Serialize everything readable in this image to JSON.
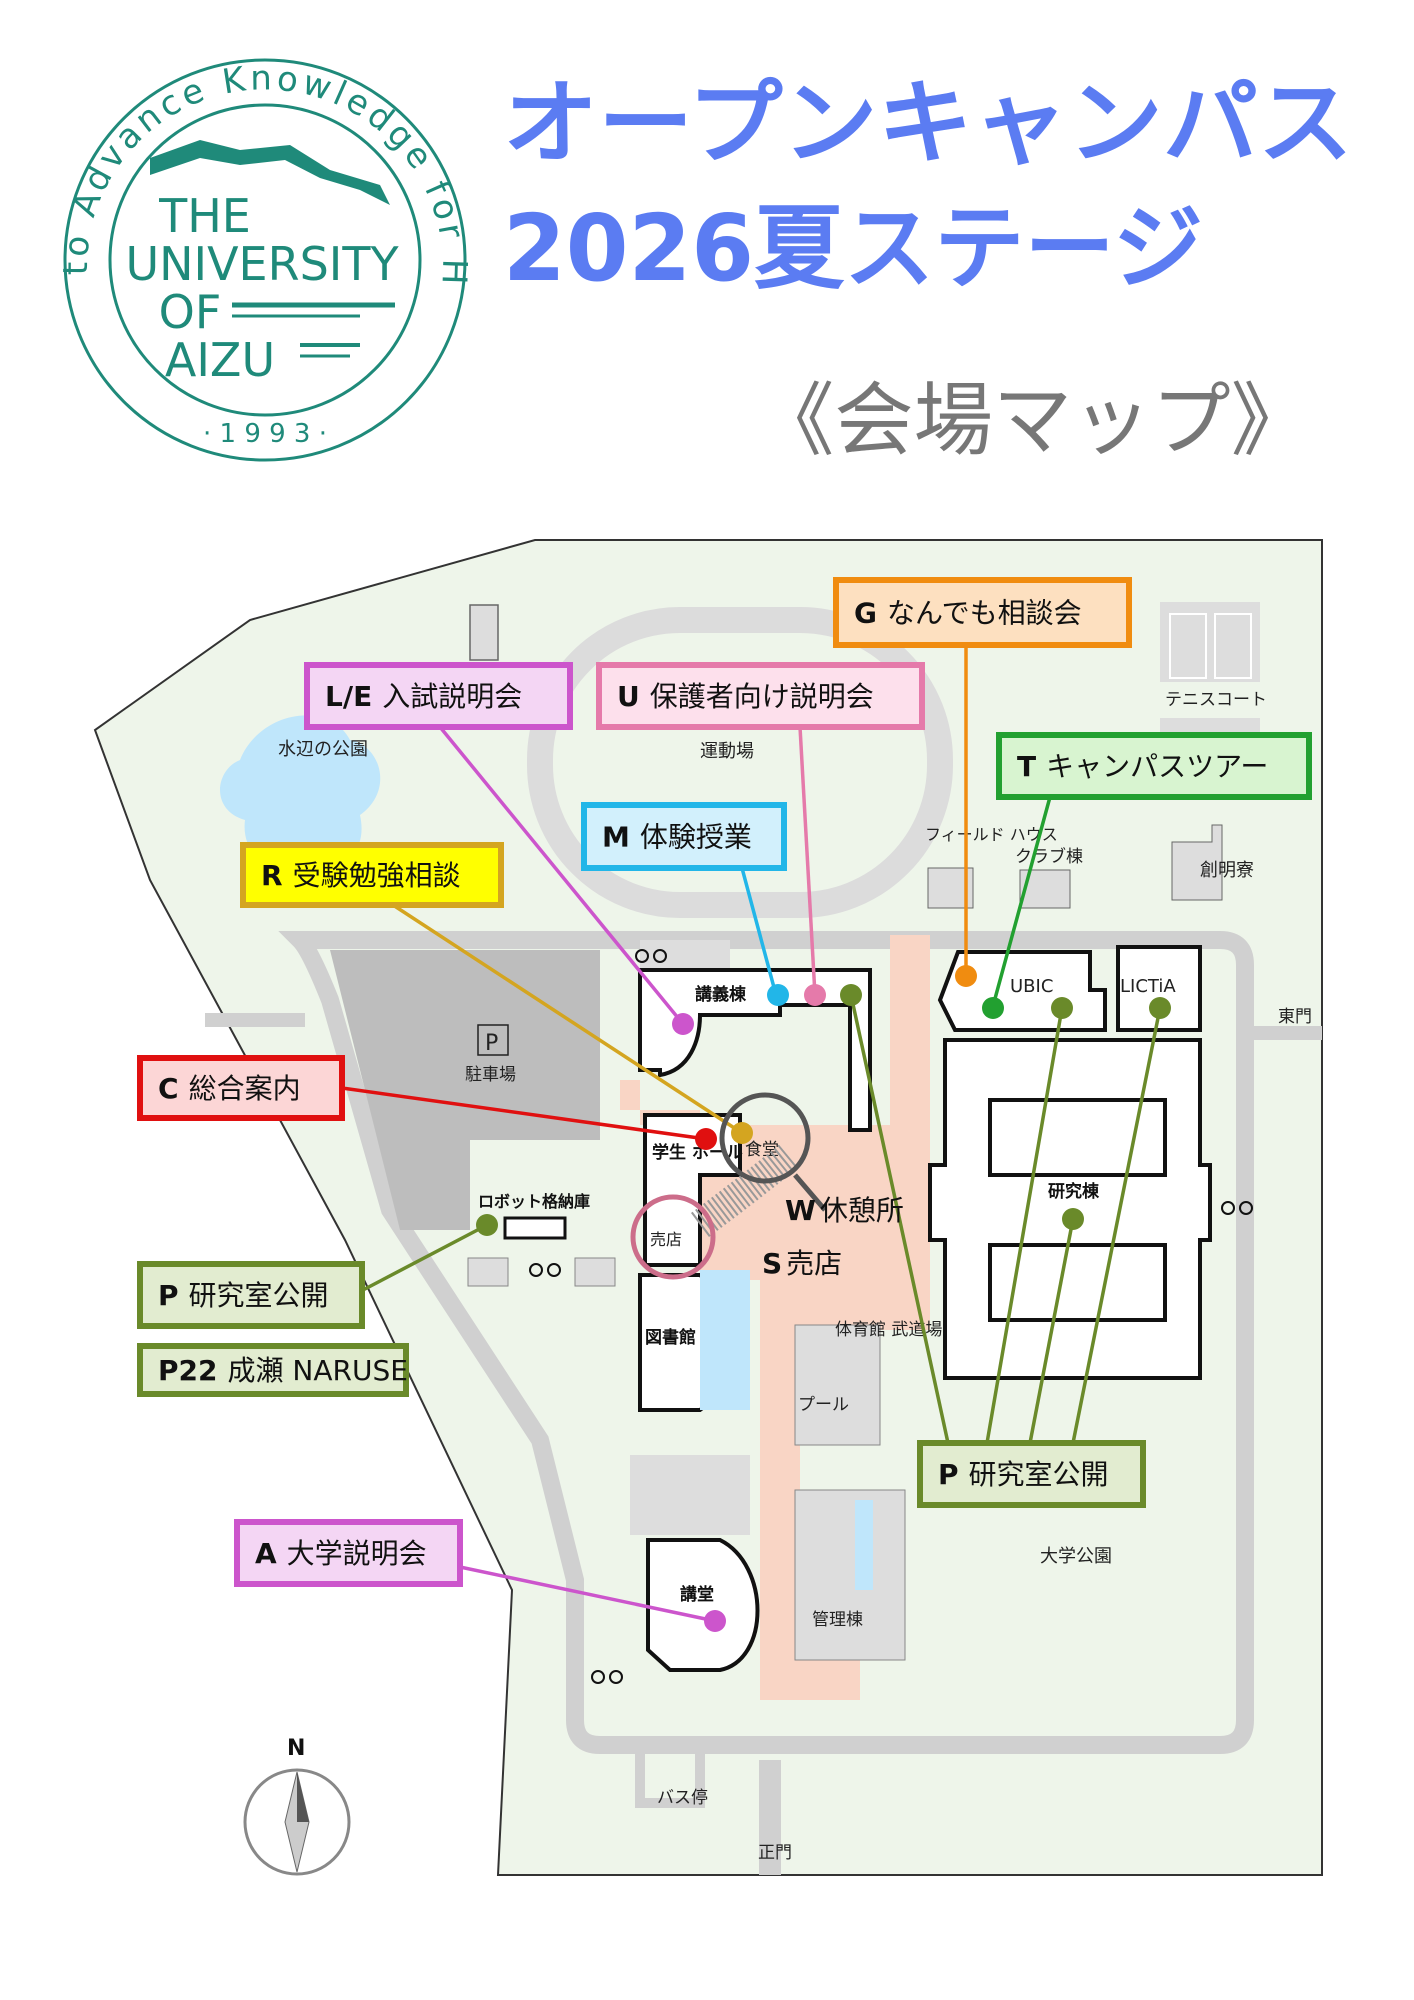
{
  "header": {
    "title_line1": "オープンキャンパス",
    "title_line2": "2026夏ステージ",
    "subtitle": "《会場マップ》"
  },
  "logo": {
    "ring_text": "to Advance Knowledge for Humanity",
    "line1": "THE",
    "line2": "UNIVERSITY",
    "line3": "OF",
    "line4": "AIZU",
    "year": "· 1 9 9 3 ·"
  },
  "colors": {
    "title": "#5b7cf2",
    "logo": "#1f8a7a",
    "pink_area": "#f9d5c5",
    "gray_building": "#dddddd",
    "paths": "#d0d0d0",
    "green": "#6a8a2a"
  },
  "places": {
    "lake": "水辺の公園",
    "track": "運動場",
    "tennis": "テニスコート",
    "field_house": "フィールド ハウス",
    "club": "クラブ棟",
    "dorm": "創明寮",
    "parking_icon": "P",
    "parking": "駐車場",
    "robot": "ロボット格納庫",
    "lecture": "講義棟",
    "cafeteria": "食堂",
    "student_hall": "学生 ホール",
    "shop": "売店",
    "library": "図書館",
    "gym": "体育館 武道場",
    "pool": "プール",
    "auditorium": "講堂",
    "admin": "管理棟",
    "ubic": "UBIC",
    "lictia": "LICTiA",
    "research": "研究棟",
    "park": "大学公園",
    "east_gate": "東門",
    "main_gate": "正門",
    "bus": "バス停",
    "north": "N"
  },
  "callouts": [
    {
      "id": "le",
      "code": "L/E",
      "text": "入試説明会",
      "border": "#cc55cc",
      "fill": "#f4d6f4"
    },
    {
      "id": "u",
      "code": "U",
      "text": "保護者向け説明会",
      "border": "#e57aaa",
      "fill": "#fde0ec"
    },
    {
      "id": "g",
      "code": "G",
      "text": "なんでも相談会",
      "border": "#f08c10",
      "fill": "#fde0c0"
    },
    {
      "id": "t",
      "code": "T",
      "text": "キャンパスツアー",
      "border": "#22a030",
      "fill": "#d8f4d0"
    },
    {
      "id": "m",
      "code": "M",
      "text": "体験授業",
      "border": "#22b6e8",
      "fill": "#d2f0fc"
    },
    {
      "id": "r",
      "code": "R",
      "text": "受験勉強相談",
      "border": "#d4a520",
      "fill": "#ffff00"
    },
    {
      "id": "c",
      "code": "C",
      "text": "総合案内",
      "border": "#e01010",
      "fill": "#fcd6d6"
    },
    {
      "id": "p1",
      "code": "P",
      "text": "研究室公開",
      "border": "#6a8a2a",
      "fill": "#e2ecd0"
    },
    {
      "id": "p22",
      "code": "P22",
      "text": "成瀬 NARUSE",
      "border": "#6a8a2a",
      "fill": "#e2ecd0"
    },
    {
      "id": "p2",
      "code": "P",
      "text": "研究室公開",
      "border": "#6a8a2a",
      "fill": "#e2ecd0"
    },
    {
      "id": "a",
      "code": "A",
      "text": "大学説明会",
      "border": "#cc55cc",
      "fill": "#f4d6f4"
    }
  ],
  "markers": {
    "w": {
      "code": "W",
      "text": "休憩所"
    },
    "s": {
      "code": "S",
      "text": "売店"
    }
  }
}
